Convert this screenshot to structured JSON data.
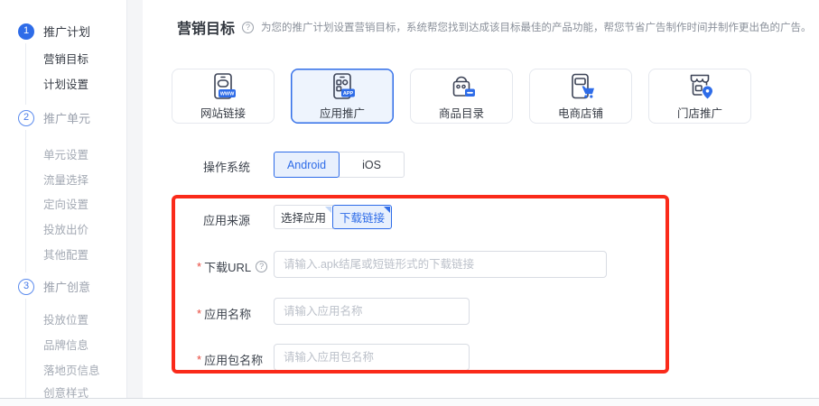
{
  "colors": {
    "accent": "#2e6ce8",
    "highlight": "#fa2a1a",
    "selected_bg": "#eef4fd"
  },
  "icons": {
    "help_glyph": "?"
  },
  "sidebar": {
    "steps": [
      {
        "number": "1",
        "label": "推广计划",
        "items": [
          {
            "label": "营销目标"
          },
          {
            "label": "计划设置"
          }
        ]
      },
      {
        "number": "2",
        "label": "推广单元",
        "items": [
          {
            "label": "单元设置"
          },
          {
            "label": "流量选择"
          },
          {
            "label": "定向设置"
          },
          {
            "label": "投放出价"
          },
          {
            "label": "其他配置"
          }
        ]
      },
      {
        "number": "3",
        "label": "推广创意",
        "items": [
          {
            "label": "投放位置"
          },
          {
            "label": "品牌信息"
          },
          {
            "label": "落地页信息"
          },
          {
            "label": "创意样式"
          }
        ]
      }
    ]
  },
  "main": {
    "title": "营销目标",
    "description": "为您的推广计划设置营销目标，系统帮您找到达成该目标最佳的产品功能，帮您节省广告制作时间并制作更出色的广告。",
    "cards": [
      {
        "label": "网站链接",
        "badge": "WWW",
        "selected": false
      },
      {
        "label": "应用推广",
        "badge": "APP",
        "selected": true
      },
      {
        "label": "商品目录",
        "selected": false
      },
      {
        "label": "电商店铺",
        "selected": false
      },
      {
        "label": "门店推广",
        "selected": false
      }
    ],
    "os": {
      "label": "操作系统",
      "android": "Android",
      "ios": "iOS",
      "selected": "Android"
    },
    "source": {
      "label": "应用来源",
      "tab_select": "选择应用",
      "tab_download": "下载链接",
      "selected": "下载链接"
    },
    "fields": {
      "url": {
        "required": "*",
        "label": "下载URL",
        "placeholder": "请输入.apk结尾或短链形式的下载链接",
        "value": ""
      },
      "app_name": {
        "required": "*",
        "label": "应用名称",
        "placeholder": "请输入应用名称",
        "value": ""
      },
      "package_name": {
        "required": "*",
        "label": "应用包名称",
        "placeholder": "请输入应用包名称",
        "value": ""
      }
    }
  }
}
